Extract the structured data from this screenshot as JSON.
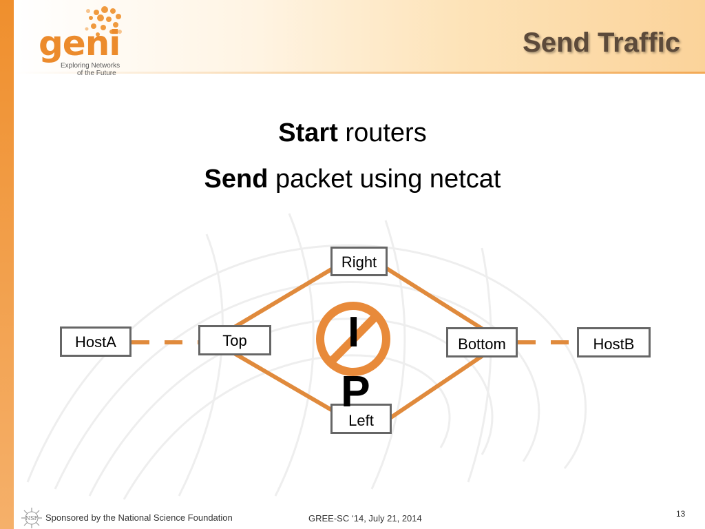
{
  "logo": {
    "wordmark": "geni",
    "tagline_line1": "Exploring Networks",
    "tagline_line2": "of the Future",
    "color": "#ec8b2c"
  },
  "slide": {
    "title": "Send Traffic",
    "lines": [
      {
        "bold": "Start",
        "rest": " routers"
      },
      {
        "bold": "Send",
        "rest": " packet using netcat"
      }
    ]
  },
  "diagram": {
    "nodes": {
      "right": "Right",
      "hosta": "HostA",
      "top": "Top",
      "bottom": "Bottom",
      "hostb": "HostB",
      "left": "Left"
    },
    "no_ip": {
      "letter1": "I",
      "letter2": "P"
    },
    "link_color": "#e08a3c",
    "no_symbol_color": "#e88a3a"
  },
  "footer": {
    "sponsor": "Sponsored by the National Science Foundation",
    "event": "GREE-SC ‘14, July 21, 2014",
    "page_number": "13",
    "nsf_logo_text": "NSF"
  },
  "colors": {
    "accent_orange": "#ef8f2d",
    "title_color": "#5c4a3a"
  }
}
